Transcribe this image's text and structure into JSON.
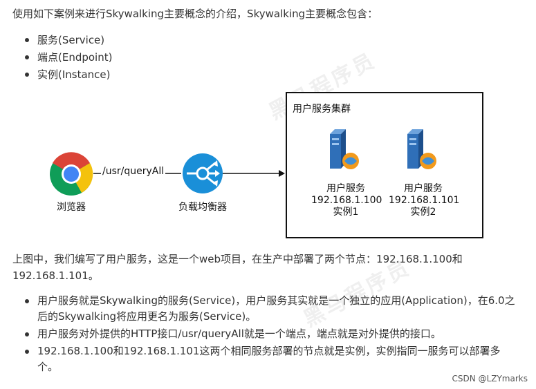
{
  "intro_text": "使用如下案例来进行Skywalking主要概念的介绍，Skywalking主要概念包含：",
  "concepts": [
    "服务(Service)",
    "端点(Endpoint)",
    "实例(Instance)"
  ],
  "diagram": {
    "browser_label": "浏览器",
    "request_path": "/usr/queryAll",
    "load_balancer_label": "负载均衡器",
    "cluster_title": "用户服务集群",
    "servers": [
      {
        "name": "用户服务",
        "ip": "192.168.1.100",
        "instance": "实例1"
      },
      {
        "name": "用户服务",
        "ip": "192.168.1.101",
        "instance": "实例2"
      }
    ]
  },
  "paragraph": "上图中，我们编写了用户服务，这是一个web项目，在生产中部署了两个节点：192.168.1.100和192.168.1.101。",
  "explanations": [
    "用户服务就是Skywalking的服务(Service)，用户服务其实就是一个独立的应用(Application)，在6.0之后的Skywalking将应用更名为服务(Service)。",
    "用户服务对外提供的HTTP接口/usr/queryAll就是一个端点，端点就是对外提供的接口。",
    "192.168.1.100和192.168.1.101这两个相同服务部署的节点就是实例，实例指同一服务可以部署多个。"
  ],
  "watermark": "黑马程序员",
  "attribution": "CSDN @LZYmarks",
  "colors": {
    "text": "#333333",
    "load_balancer": "#1a8fd8",
    "chrome_red": "#db4437",
    "chrome_yellow": "#f4c20d",
    "chrome_green": "#0f9d58",
    "chrome_blue": "#4285f4",
    "server_blue": "#2f6fb8",
    "server_orange": "#f29a1c"
  }
}
